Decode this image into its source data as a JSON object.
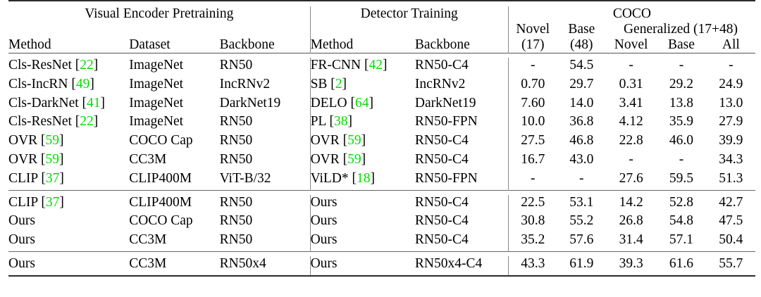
{
  "table": {
    "group_headers": {
      "visual_encoder_pretraining": "Visual Encoder Pretraining",
      "detector_training": "Detector Training",
      "coco": "COCO",
      "generalized": "Generalized (17+48)"
    },
    "column_headers": {
      "ve_method": "Method",
      "ve_dataset": "Dataset",
      "ve_backbone": "Backbone",
      "dt_method": "Method",
      "dt_backbone": "Backbone",
      "novel_top": "Novel",
      "novel_bottom": "(17)",
      "base_top": "Base",
      "base_bottom": "(48)",
      "gen_novel": "Novel",
      "gen_base": "Base",
      "gen_all": "All"
    },
    "section1": [
      {
        "ve_method": "Cls-ResNet",
        "ve_cite": "22",
        "ve_dataset": "ImageNet",
        "ve_backbone": "RN50",
        "dt_method": "FR-CNN",
        "dt_cite": "42",
        "dt_backbone": "RN50-C4",
        "novel17": "-",
        "base48": "54.5",
        "gen_novel": "-",
        "gen_base": "-",
        "gen_all": "-",
        "bold": []
      },
      {
        "ve_method": "Cls-IncRN",
        "ve_cite": "49",
        "ve_dataset": "ImageNet",
        "ve_backbone": "IncRNv2",
        "dt_method": "SB",
        "dt_cite": "2",
        "dt_backbone": "IncRNv2",
        "novel17": "0.70",
        "base48": "29.7",
        "gen_novel": "0.31",
        "gen_base": "29.2",
        "gen_all": "24.9",
        "bold": []
      },
      {
        "ve_method": "Cls-DarkNet",
        "ve_cite": "41",
        "ve_dataset": "ImageNet",
        "ve_backbone": "DarkNet19",
        "dt_method": "DELO",
        "dt_cite": "64",
        "dt_backbone": "DarkNet19",
        "novel17": "7.60",
        "base48": "14.0",
        "gen_novel": "3.41",
        "gen_base": "13.8",
        "gen_all": "13.0",
        "bold": []
      },
      {
        "ve_method": "Cls-ResNet",
        "ve_cite": "22",
        "ve_dataset": "ImageNet",
        "ve_backbone": "RN50",
        "dt_method": "PL",
        "dt_cite": "38",
        "dt_backbone": "RN50-FPN",
        "novel17": "10.0",
        "base48": "36.8",
        "gen_novel": "4.12",
        "gen_base": "35.9",
        "gen_all": "27.9",
        "bold": []
      },
      {
        "ve_method": "OVR",
        "ve_cite": "59",
        "ve_dataset": "COCO Cap",
        "ve_backbone": "RN50",
        "dt_method": "OVR",
        "dt_cite": "59",
        "dt_backbone": "RN50-C4",
        "novel17": "27.5",
        "base48": "46.8",
        "gen_novel": "22.8",
        "gen_base": "46.0",
        "gen_all": "39.9",
        "bold": []
      },
      {
        "ve_method": "OVR",
        "ve_cite": "59",
        "ve_dataset": "CC3M",
        "ve_backbone": "RN50",
        "dt_method": "OVR",
        "dt_cite": "59",
        "dt_backbone": "RN50-C4",
        "novel17": "16.7",
        "base48": "43.0",
        "gen_novel": "-",
        "gen_base": "-",
        "gen_all": "34.3",
        "bold": []
      },
      {
        "ve_method": "CLIP",
        "ve_cite": "37",
        "ve_dataset": "CLIP400M",
        "ve_backbone": "ViT-B/32",
        "dt_method": "ViLD*",
        "dt_cite": "18",
        "dt_backbone": "RN50-FPN",
        "novel17": "-",
        "base48": "-",
        "gen_novel": "27.6",
        "gen_base": "59.5",
        "gen_all": "51.3",
        "bold": [
          "gen_base",
          "gen_all"
        ]
      }
    ],
    "section2": [
      {
        "ve_method": "CLIP",
        "ve_cite": "37",
        "ve_dataset": "CLIP400M",
        "ve_backbone": "RN50",
        "dt_method": "Ours",
        "dt_cite": "",
        "dt_backbone": "RN50-C4",
        "novel17": "22.5",
        "base48": "53.1",
        "gen_novel": "14.2",
        "gen_base": "52.8",
        "gen_all": "42.7",
        "bold": []
      },
      {
        "ve_method": "Ours",
        "ve_cite": "",
        "ve_dataset": "COCO Cap",
        "ve_backbone": "RN50",
        "dt_method": "Ours",
        "dt_cite": "",
        "dt_backbone": "RN50-C4",
        "novel17": "30.8",
        "base48": "55.2",
        "gen_novel": "26.8",
        "gen_base": "54.8",
        "gen_all": "47.5",
        "bold": []
      },
      {
        "ve_method": "Ours",
        "ve_cite": "",
        "ve_dataset": "CC3M",
        "ve_backbone": "RN50",
        "dt_method": "Ours",
        "dt_cite": "",
        "dt_backbone": "RN50-C4",
        "novel17": "35.2",
        "base48": "57.6",
        "gen_novel": "31.4",
        "gen_base": "57.1",
        "gen_all": "50.4",
        "bold": [
          "novel17",
          "base48",
          "gen_novel"
        ]
      }
    ],
    "section3": [
      {
        "ve_method": "Ours",
        "ve_cite": "",
        "ve_dataset": "CC3M",
        "ve_backbone": "RN50x4",
        "dt_method": "Ours",
        "dt_cite": "",
        "dt_backbone": "RN50x4-C4",
        "novel17": "43.3",
        "base48": "61.9",
        "gen_novel": "39.3",
        "gen_base": "61.6",
        "gen_all": "55.7",
        "bold": [
          "novel17",
          "base48",
          "gen_novel",
          "gen_base",
          "gen_all"
        ]
      }
    ],
    "colors": {
      "citation": "#00e000",
      "rule": "#2b2b2b",
      "text": "#000000"
    }
  }
}
